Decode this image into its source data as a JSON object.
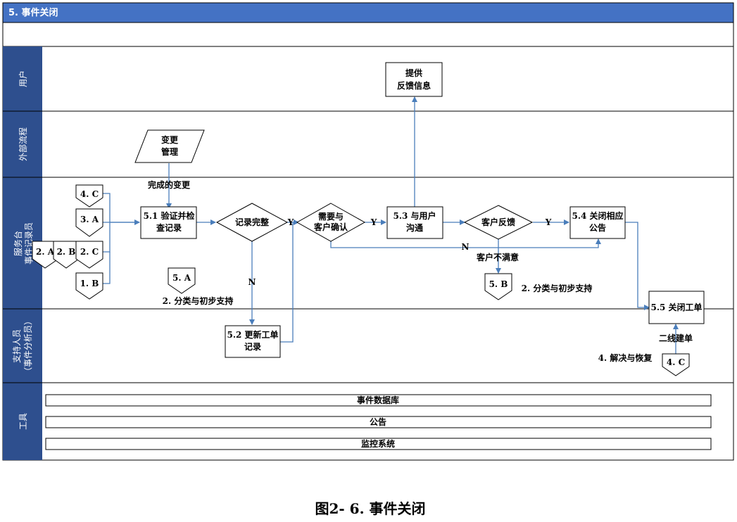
{
  "header": {
    "title": "5. 事件关闭"
  },
  "lanes": [
    {
      "label_lines": [
        "用户"
      ]
    },
    {
      "label_lines": [
        "外部流程"
      ]
    },
    {
      "label_lines": [
        "服务台",
        "事件记录员"
      ]
    },
    {
      "label_lines": [
        "支持人员",
        "（事件分析员）"
      ]
    },
    {
      "label_lines": [
        "工具"
      ]
    }
  ],
  "nodes": {
    "feedback": {
      "lines": [
        "提供",
        "反馈信息"
      ]
    },
    "change_mgmt": {
      "lines": [
        "变更",
        "管理"
      ]
    },
    "n51": {
      "lines": [
        "5.1 验证并检",
        "查记录"
      ]
    },
    "d_complete": {
      "lines": [
        "记录完整"
      ]
    },
    "d_confirm": {
      "lines": [
        "需要与",
        "客户确认"
      ]
    },
    "n53": {
      "lines": [
        "5.3 与用户",
        "沟通"
      ]
    },
    "d_feedback": {
      "lines": [
        "客户反馈"
      ]
    },
    "n54": {
      "lines": [
        "5.4 关闭相应",
        "公告"
      ]
    },
    "n52": {
      "lines": [
        "5.2 更新工单",
        "记录"
      ]
    },
    "n55": {
      "lines": [
        "5.5 关闭工单"
      ]
    }
  },
  "connectors": {
    "c4c_top": "4. C",
    "c3a": "3. A",
    "c2a": "2. A",
    "c2b": "2. B",
    "c2c": "2. C",
    "c1b": "1. B",
    "c5a": "5. A",
    "c5b": "5. B",
    "c4c_bottom": "4. C"
  },
  "annotations": {
    "completed_change": "完成的变更",
    "classify_1": "2. 分类与初步支持",
    "classify_2": "2. 分类与初步支持",
    "customer_unsatisfied": "客户不满意",
    "second_line": "二线建单",
    "resolve_recover": "4. 解决与恢复",
    "y1": "Y",
    "y2": "Y",
    "y3": "Y",
    "n1": "N",
    "n2": "N"
  },
  "tools": [
    "事件数据库",
    "公告",
    "监控系统"
  ],
  "caption": "图2- 6.  事件关闭",
  "colors": {
    "lane_header": "#2e4f8e",
    "title_bar": "#4472c4",
    "arrow": "#4a7ebb"
  }
}
